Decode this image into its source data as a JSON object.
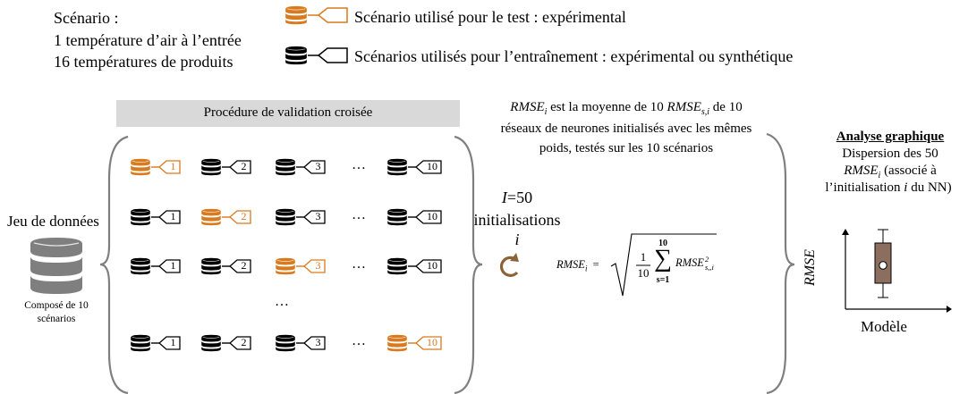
{
  "scenario_desc": {
    "heading": "Scénario :",
    "line1": "1 température d’air à l’entrée",
    "line2": "16 températures de produits"
  },
  "legend": {
    "test_label": "Scénario utilisé pour le test : expérimental",
    "train_label": "Scénarios utilisés pour l’entraînement : expérimental ou synthétique",
    "test_color": "#d97a1e",
    "train_color": "#000000"
  },
  "procedure": {
    "title": "Procédure de validation croisée",
    "ellipsis": "…",
    "rows": [
      [
        "1",
        "2",
        "3",
        "10"
      ],
      [
        "1",
        "2",
        "3",
        "10"
      ],
      [
        "1",
        "2",
        "3",
        "10"
      ],
      [
        "1",
        "2",
        "3",
        "10"
      ]
    ],
    "test_positions": [
      0,
      1,
      2,
      3
    ]
  },
  "dataset": {
    "title": "Jeu de données",
    "caption_line1": "Composé de 10",
    "caption_line2": "scénarios",
    "color": "#7f7f7f"
  },
  "rmse_note": {
    "line1_a": "RMSE",
    "line1_sub": "i",
    "line1_b": " est la moyenne de 10 ",
    "line1_c": "RMSE",
    "line1_csub": "s,i",
    "line1_d": " de 10",
    "line2": "réseaux de neurones initialisés avec les mêmes",
    "line3": "poids, testés sur les 10 scénarios"
  },
  "initialisations": {
    "line1_var": "I",
    "line1_rest": "=50",
    "line2": "initialisations",
    "line3": "i",
    "loop_color": "#8c6239"
  },
  "formula": {
    "lhs": "RMSE",
    "lhs_sub": "i",
    "eq": "=",
    "frac_num": "1",
    "frac_den": "10",
    "sum_top": "10",
    "sum_bottom": "s=1",
    "term": "RMSE",
    "term_sup": "2",
    "term_sub": "s,,i"
  },
  "analysis": {
    "title": "Analyse graphique",
    "line1": "Dispersion des 50",
    "line2_var": "RMSE",
    "line2_sub": "i",
    "line2_rest": " (associé à",
    "line3": "l’initialisation ",
    "line3_var": "i",
    "line3_rest": " du NN)",
    "yaxis": "RMSE",
    "xaxis": "Modèle",
    "box_color": "#8c6e5f"
  }
}
